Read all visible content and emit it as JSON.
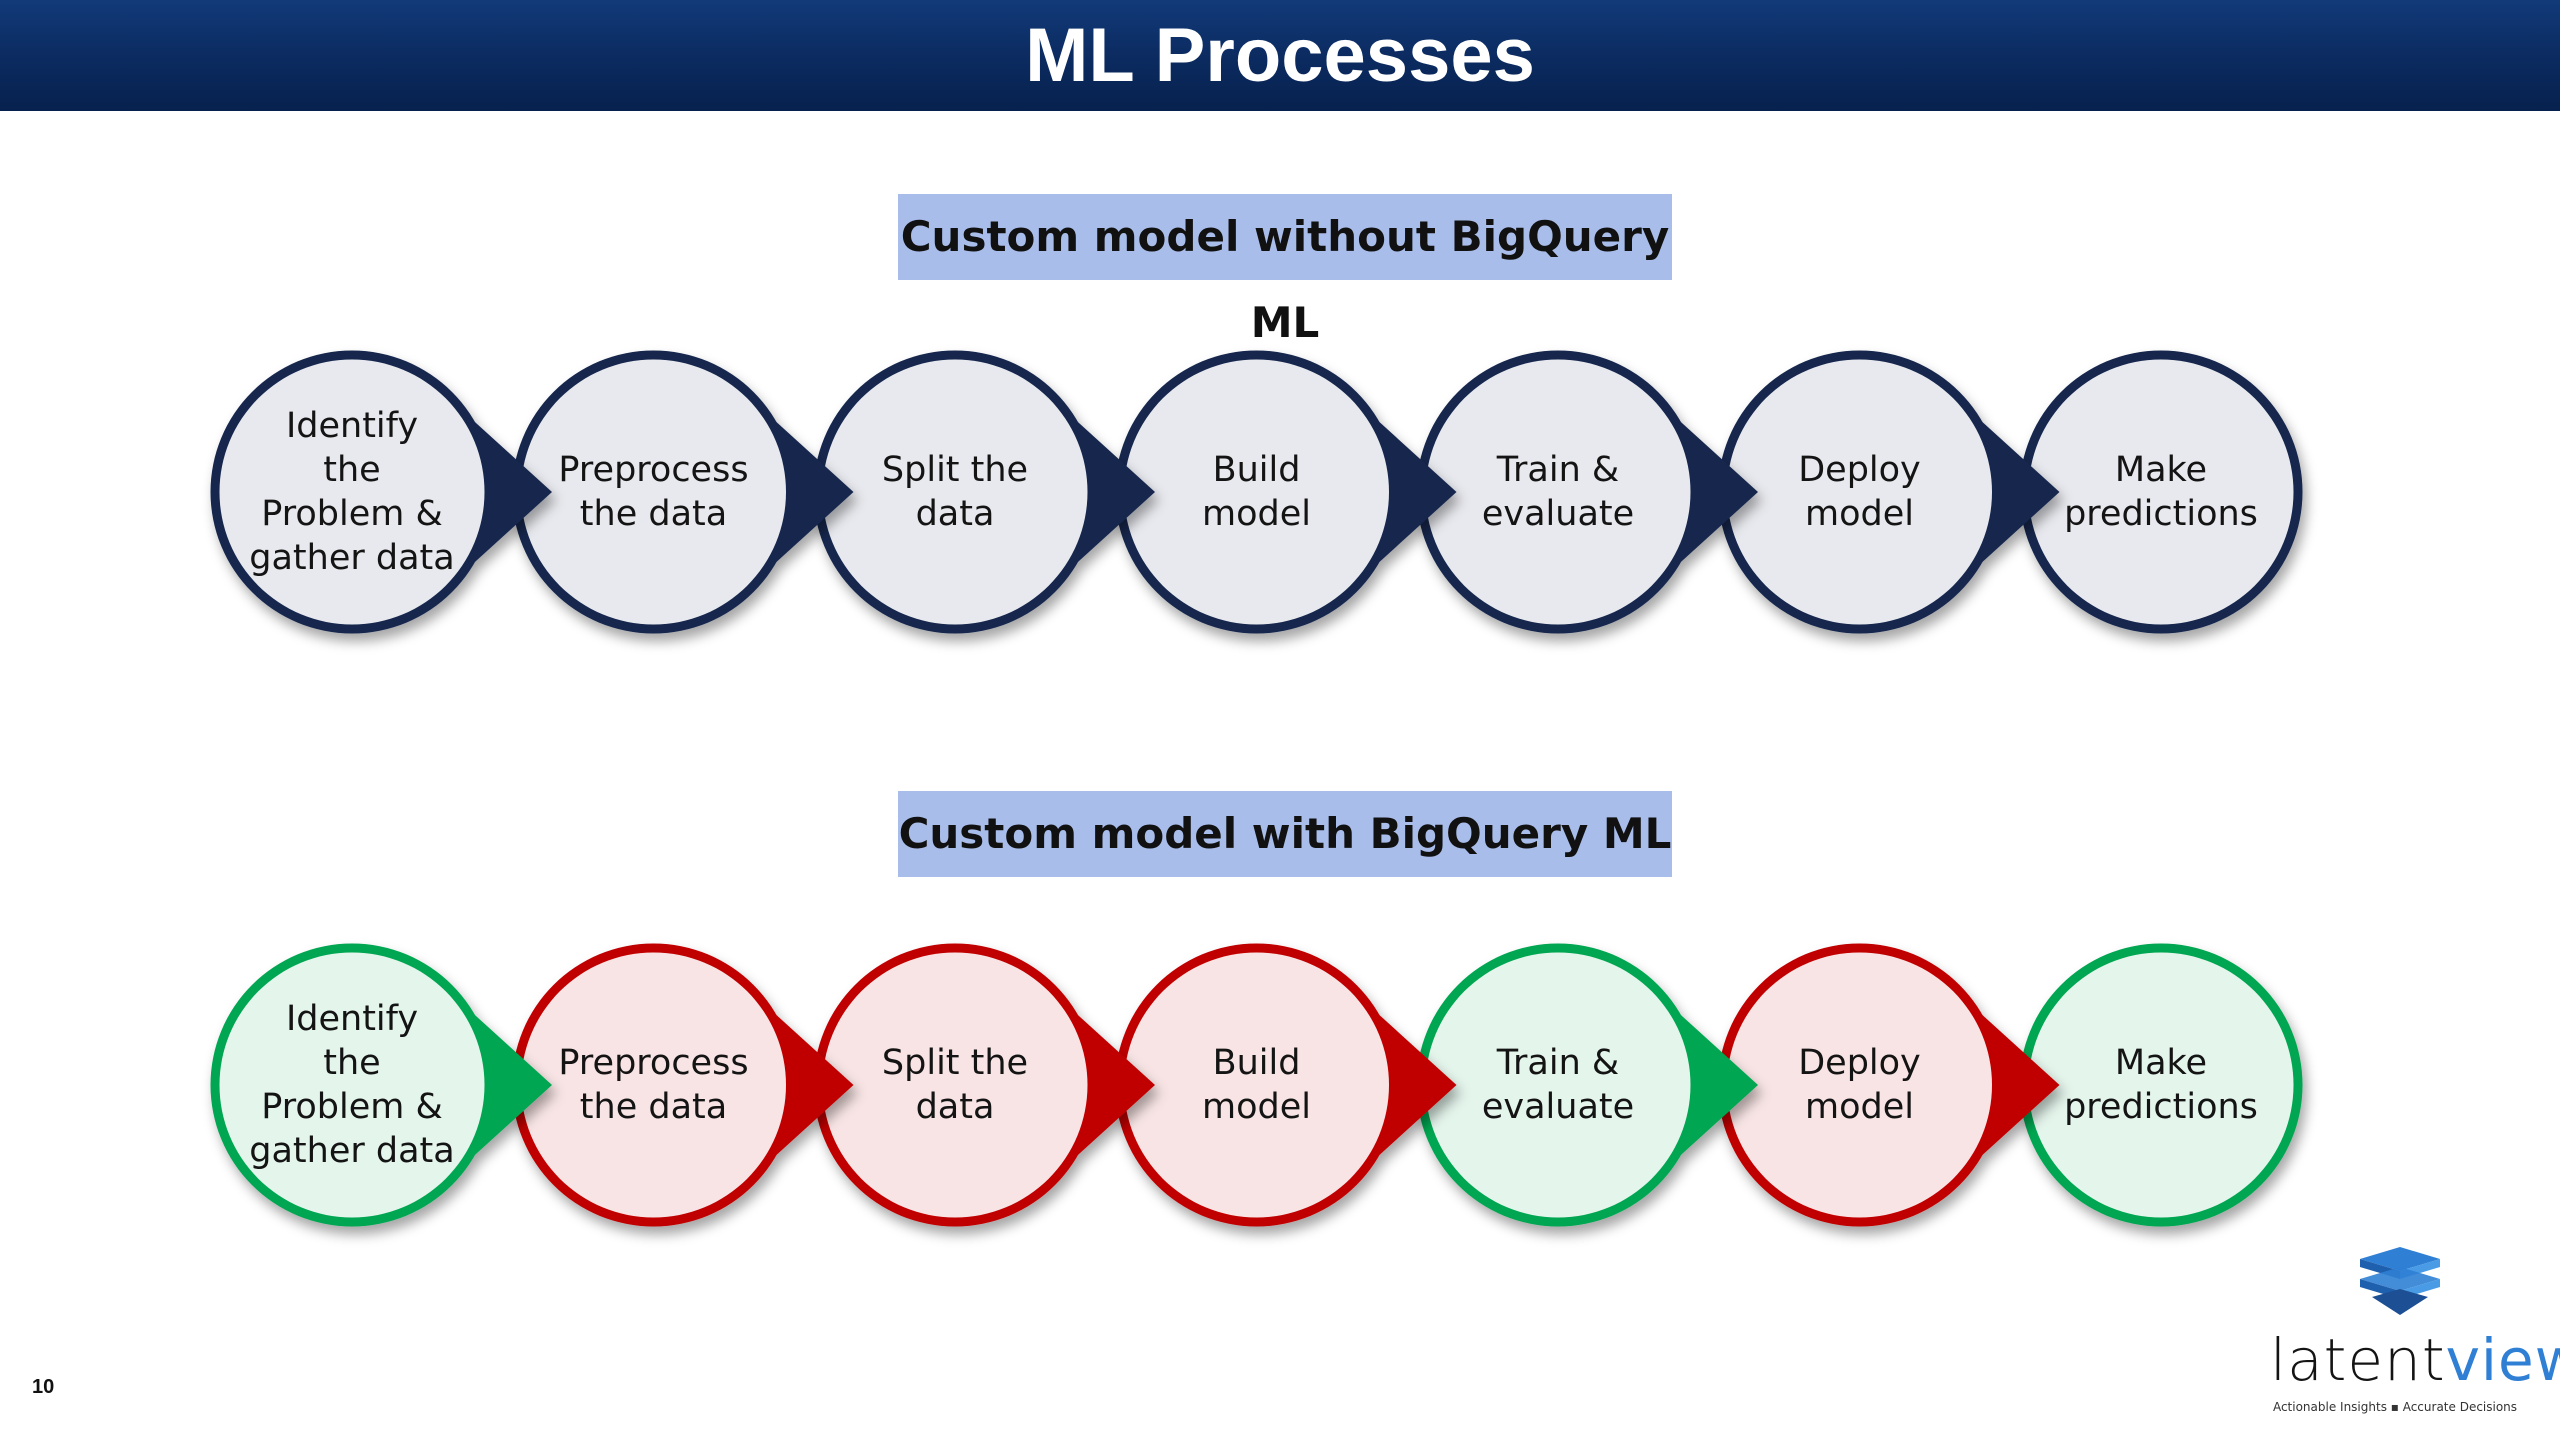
{
  "title": "ML Processes",
  "page_number": "10",
  "colors": {
    "title_bg": "#0b2a5f",
    "label_bg": "#a9bdea",
    "navy": "#14274e",
    "navy_fill": "#e8e9ee",
    "red": "#c00000",
    "red_fill": "#f8e4e4",
    "green": "#00a651",
    "green_fill": "#e4f5ec"
  },
  "rows": [
    {
      "label": "Custom model without BigQuery ML",
      "steps": [
        {
          "text": [
            "Identify",
            "the",
            "Problem &",
            "gather data"
          ],
          "status": "navy"
        },
        {
          "text": [
            "Preprocess",
            "the data"
          ],
          "status": "navy"
        },
        {
          "text": [
            "Split the",
            "data"
          ],
          "status": "navy"
        },
        {
          "text": [
            "Build",
            "model"
          ],
          "status": "navy"
        },
        {
          "text": [
            "Train &",
            "evaluate"
          ],
          "status": "navy"
        },
        {
          "text": [
            "Deploy",
            "model"
          ],
          "status": "navy"
        },
        {
          "text": [
            "Make",
            "predictions"
          ],
          "status": "navy"
        }
      ]
    },
    {
      "label": "Custom model with BigQuery ML",
      "steps": [
        {
          "text": [
            "Identify",
            "the",
            "Problem &",
            "gather data"
          ],
          "status": "green"
        },
        {
          "text": [
            "Preprocess",
            "the data"
          ],
          "status": "red"
        },
        {
          "text": [
            "Split the",
            "data"
          ],
          "status": "red"
        },
        {
          "text": [
            "Build",
            "model"
          ],
          "status": "red"
        },
        {
          "text": [
            "Train &",
            "evaluate"
          ],
          "status": "green"
        },
        {
          "text": [
            "Deploy",
            "model"
          ],
          "status": "red"
        },
        {
          "text": [
            "Make",
            "predictions"
          ],
          "status": "green"
        }
      ]
    }
  ],
  "logo": {
    "word_part1": "latent",
    "word_part2": "view",
    "tagline": "Actionable Insights ▪ Accurate Decisions"
  }
}
